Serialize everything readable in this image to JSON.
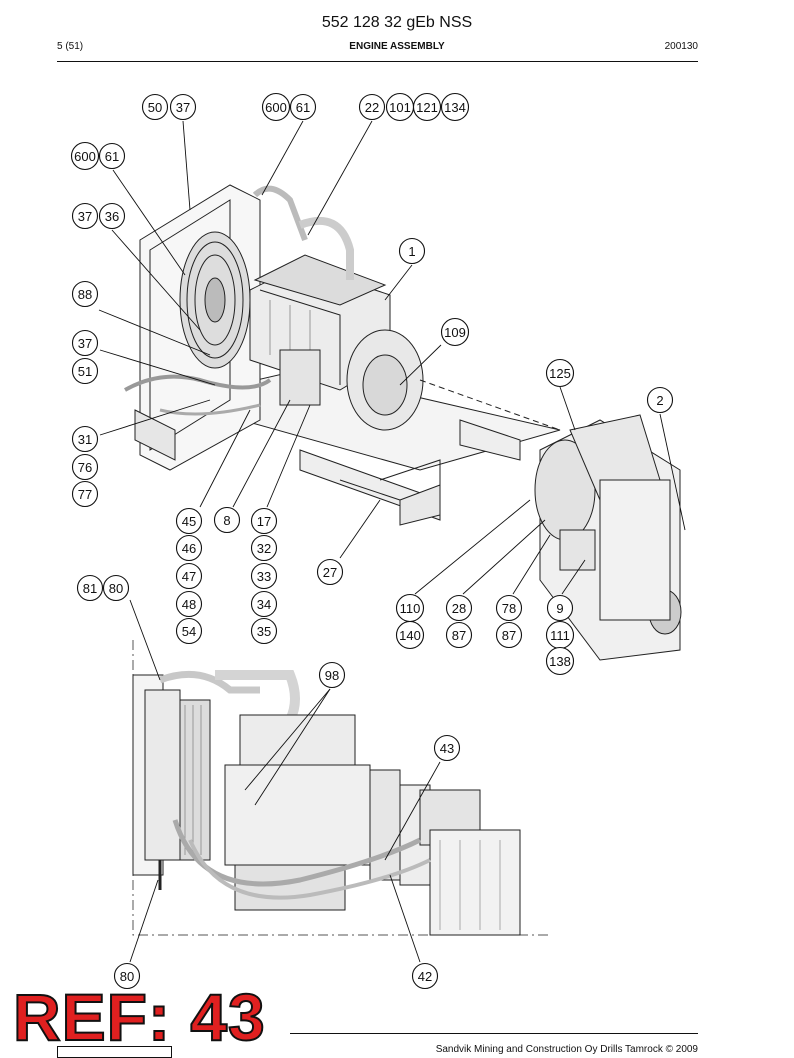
{
  "header": {
    "doc_title": "552 128 32 gEb NSS",
    "page": "5 (51)",
    "section": "ENGINE ASSEMBLY",
    "date": "200130"
  },
  "footer": {
    "copyright": "Sandvik Mining and Construction Oy Drills Tamrock © 2009"
  },
  "stamp": {
    "text": "REF: 43",
    "color": "#e02020"
  },
  "callouts": [
    "50",
    "37",
    "600",
    "61",
    "22",
    "101",
    "121",
    "134",
    "600",
    "61",
    "37",
    "36",
    "1",
    "88",
    "109",
    "37",
    "51",
    "125",
    "2",
    "31",
    "76",
    "77",
    "45",
    "8",
    "17",
    "46",
    "32",
    "27",
    "47",
    "33",
    "48",
    "34",
    "54",
    "35",
    "81",
    "80",
    "110",
    "28",
    "78",
    "9",
    "140",
    "87",
    "87",
    "111",
    "138",
    "98",
    "43",
    "80",
    "42"
  ]
}
